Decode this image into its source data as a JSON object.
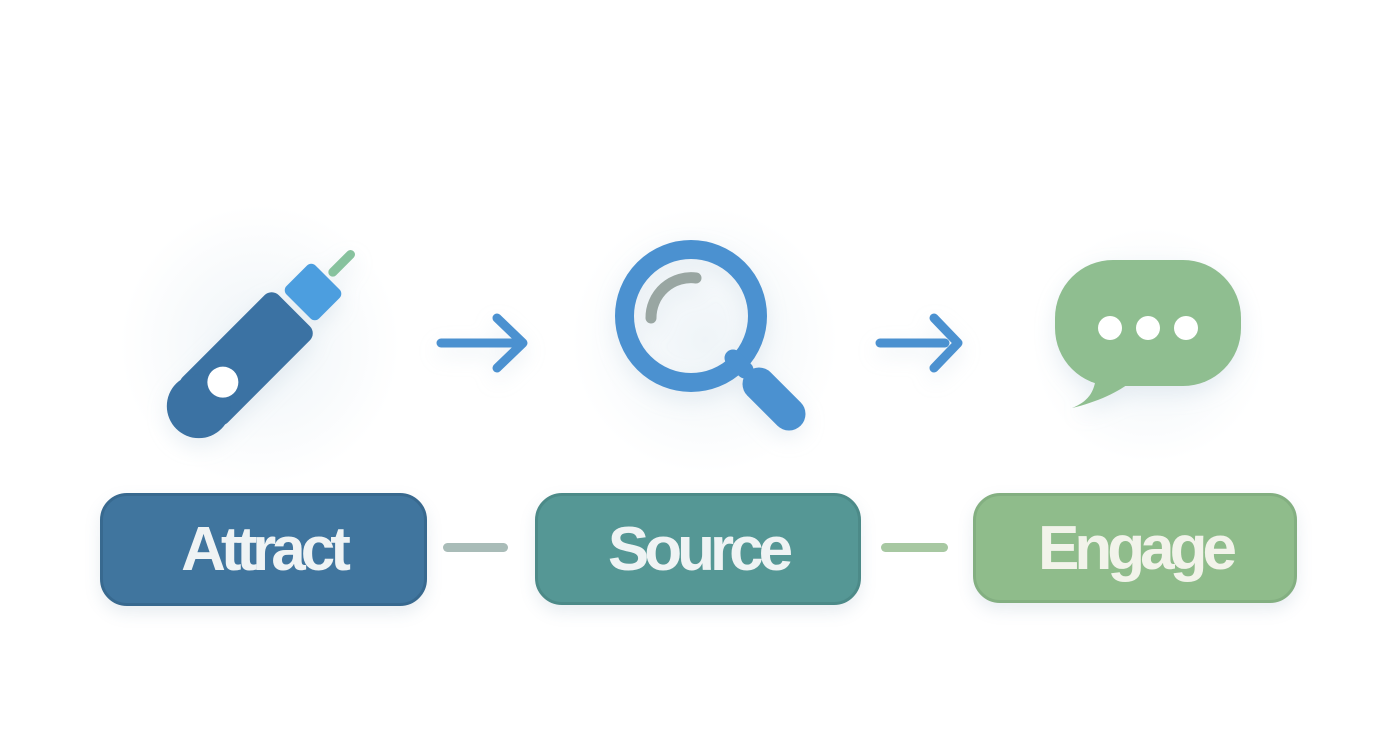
{
  "diagram": {
    "stages": [
      {
        "label": "Attract",
        "icon": "pen-icon"
      },
      {
        "label": "Source",
        "icon": "magnifying-glass-icon"
      },
      {
        "label": "Engage",
        "icon": "speech-bubble-icon"
      }
    ]
  },
  "colors": {
    "canvas_bg": "#FFFFFF",
    "attract_fill": "#40759E",
    "attract_edge": "#38698F",
    "source_fill": "#559795",
    "source_edge": "#4C8A88",
    "engage_fill": "#8FBC8B",
    "engage_edge": "#83AF81",
    "stage_text": "#EFF3F4",
    "engage_text": "#F2F3EA",
    "arrow": "#4B91D0",
    "pen_body": "#3B72A3",
    "pen_cap": "#4C9EDF",
    "pen_stick": "#87C29E",
    "pen_hole": "#FFFFFF",
    "mag": "#4B91D0",
    "mag_glare": "#99A6A2",
    "bubble_fill": "#8FBE90",
    "bubble_dot": "#FFFFFF",
    "dash_attract_source": "#A9BCB8",
    "dash_source_engage": "#A7C8A2"
  }
}
